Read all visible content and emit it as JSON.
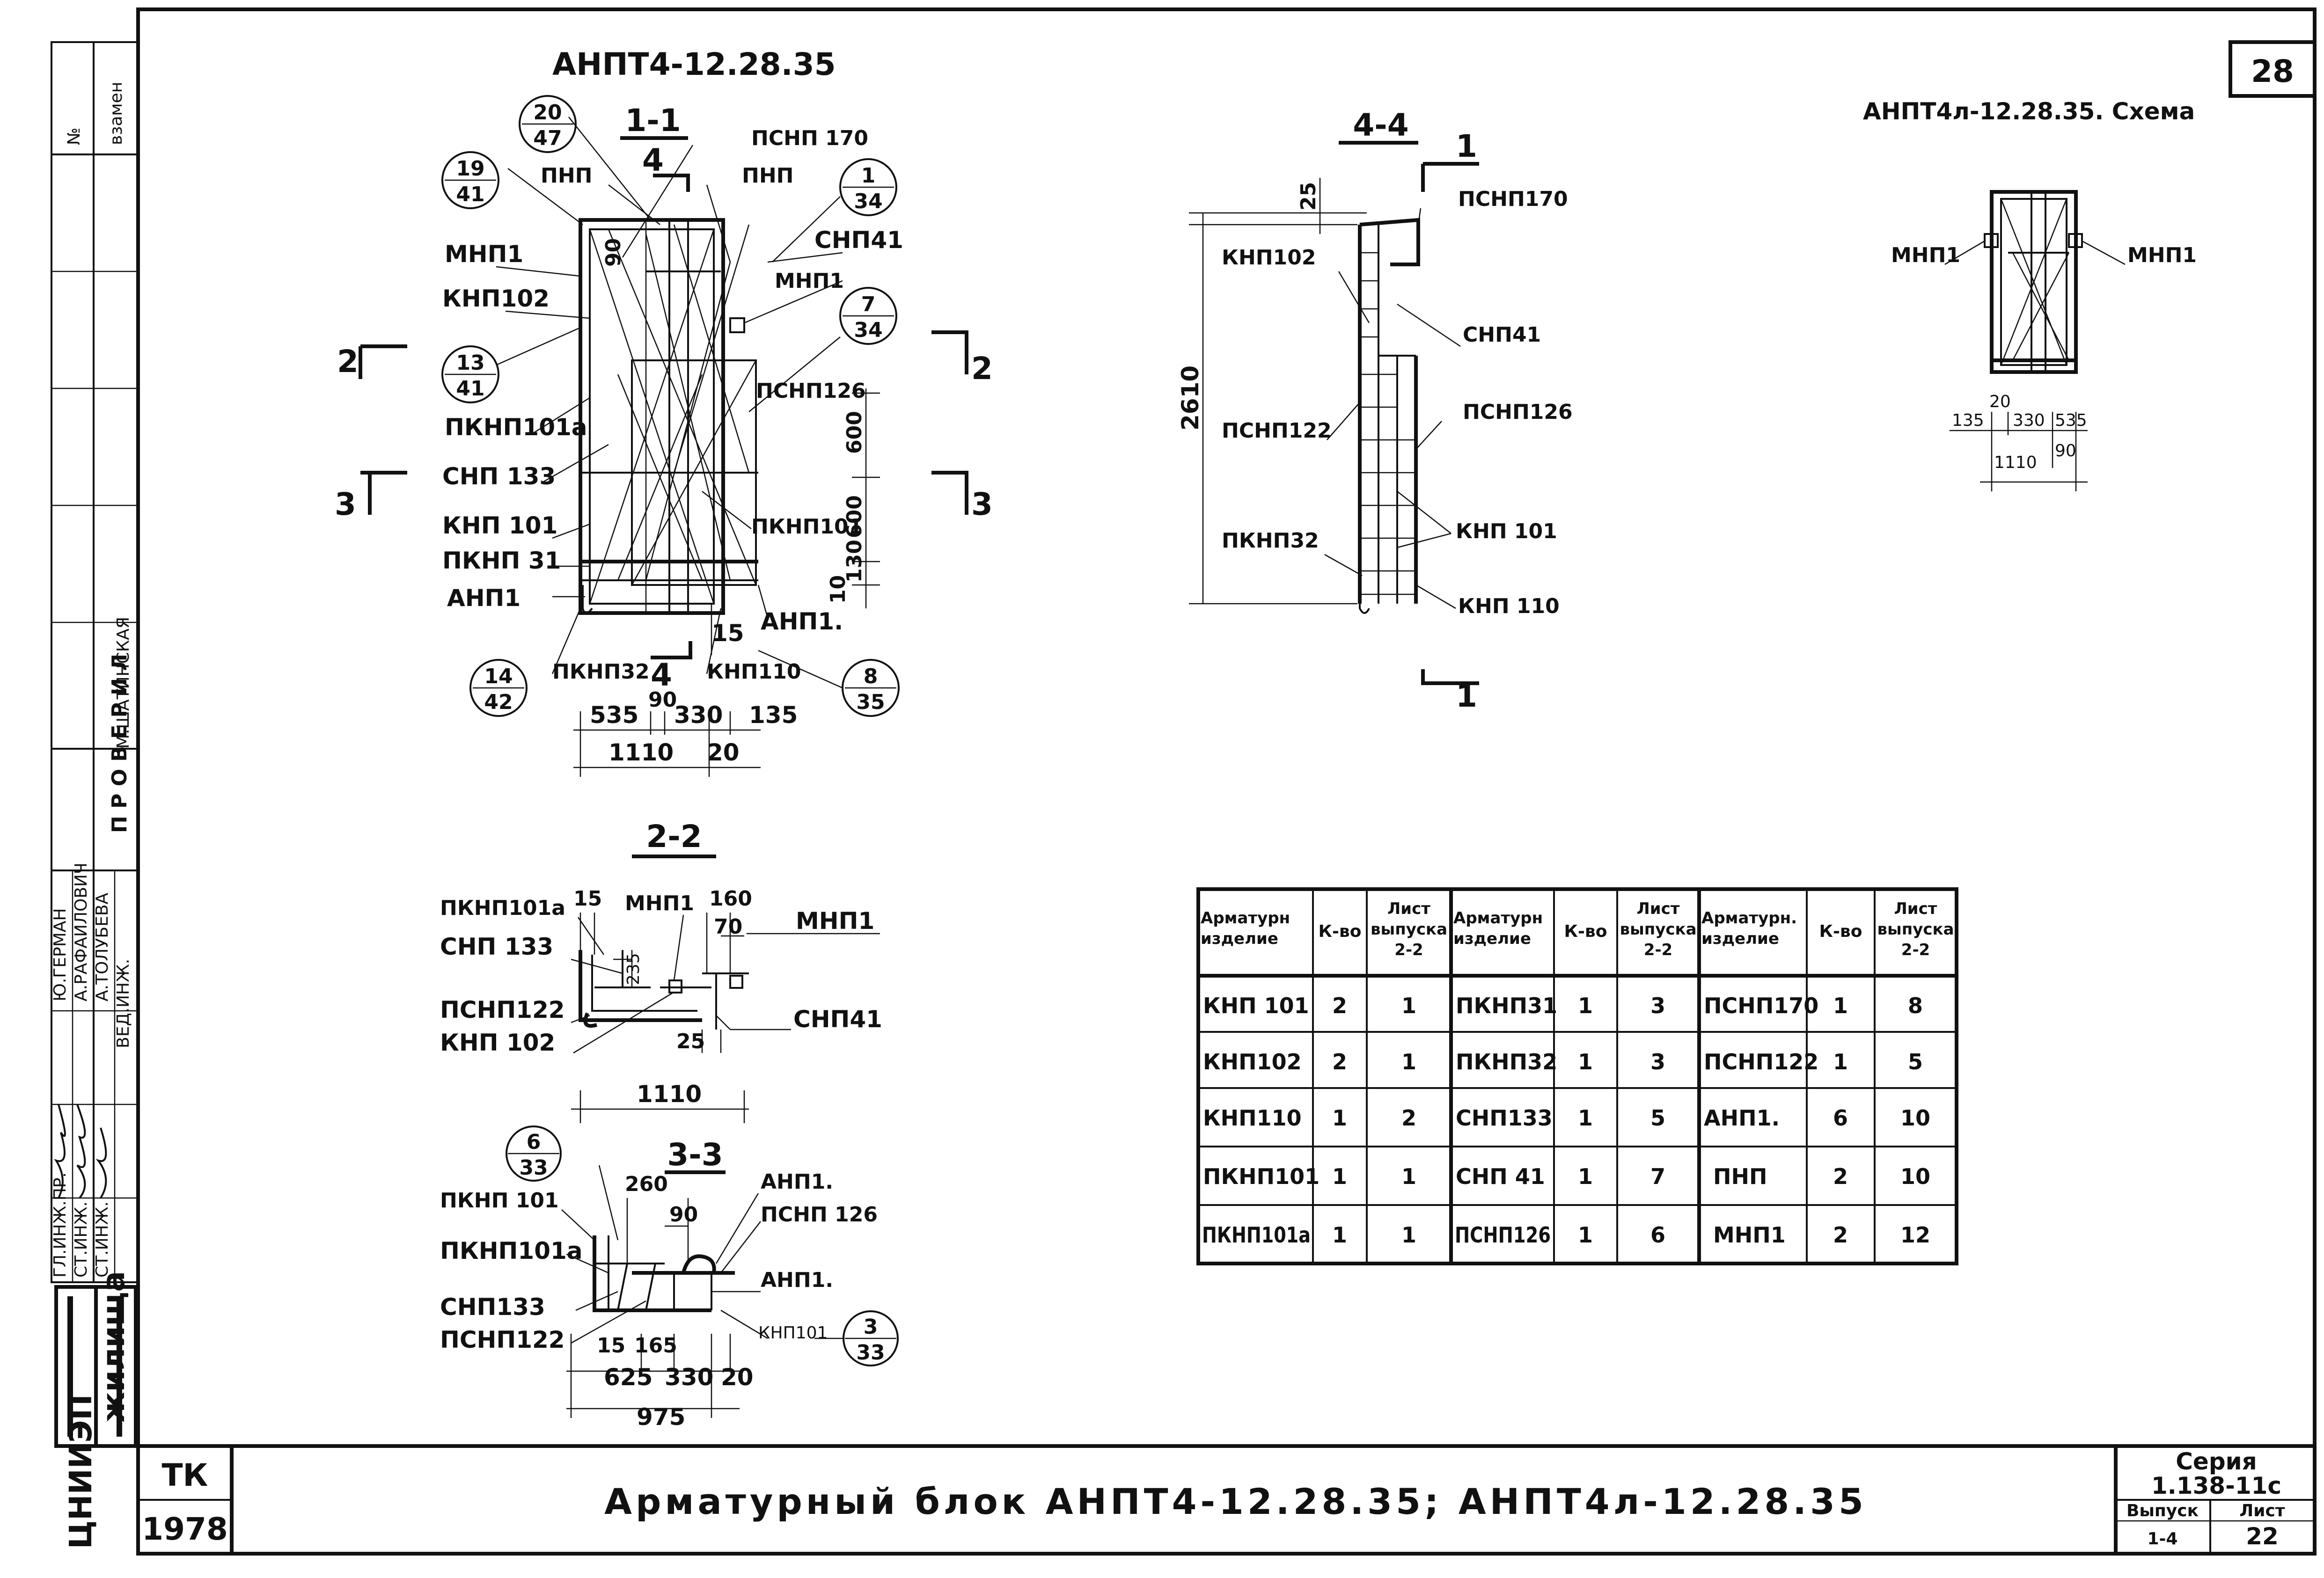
{
  "sheet": {
    "number": "28",
    "title": "Арматурный блок АНПТ4-12.28.35; АНПТ4л-12.28.35",
    "series_label": "Серия",
    "series_value": "1.138-11с",
    "issue_label": "Выпуск",
    "issue_value": "1-4",
    "list_label": "Лист",
    "list_value": "22",
    "org": "ТК",
    "year": "1978",
    "institute": "ЦНИИЭП",
    "department": "жилища"
  },
  "stamp": {
    "no_label": "№",
    "replace_label": "взамен",
    "checked_label": "П Р О В Е Р И Л",
    "roles": [
      "ГЛ.ИНЖ.ПР.",
      "СТ.ИНЖ.",
      "СТ.ИНЖ.",
      "ВЕД.ИНЖ."
    ],
    "names": [
      "Ю.ГЕРМАН",
      "А.РАФАИЛОВИЧ",
      "А.ТОЛУБЕВА",
      "М.ШАТИНСКАЯ"
    ]
  },
  "views": {
    "main": {
      "title": "АНПТ4-12.28.35",
      "section": "1-1",
      "cut_4": "4",
      "cut_2": "2",
      "cut_3": "3",
      "labels": {
        "psnp170": "ПСНП 170",
        "pnp_a": "ПНП",
        "pnp_b": "ПНП",
        "mnp1_a": "МНП1",
        "mnp1_b": "МНП1",
        "snp41": "СНП41",
        "knp102": "КНП102",
        "psnp126": "ПСНП126",
        "pknp101a": "ПКНП101а",
        "snp133": "СНП 133",
        "knp101": "КНП 101",
        "pknp101": "ПКНП101",
        "pknp31": "ПКНП 31",
        "anp1_a": "АНП1",
        "anp1_b": "АНП1.",
        "pknp32": "ПКНП32",
        "knp110": "КНП110"
      },
      "dims": {
        "d90": "90",
        "d600a": "600",
        "d600b": "600",
        "d130": "130",
        "d10": "10",
        "d15": "15",
        "d535": "535",
        "d90b": "90",
        "d330": "330",
        "d135": "135",
        "d1110": "1110",
        "d20": "20"
      },
      "refs": [
        {
          "top": "20",
          "bottom": "47"
        },
        {
          "top": "19",
          "bottom": "41"
        },
        {
          "top": "1",
          "bottom": "34"
        },
        {
          "top": "7",
          "bottom": "34"
        },
        {
          "top": "13",
          "bottom": "41"
        },
        {
          "top": "14",
          "bottom": "42"
        },
        {
          "top": "8",
          "bottom": "35"
        }
      ]
    },
    "section44": {
      "title": "4-4",
      "cut": "1",
      "labels": {
        "psnp170": "ПСНП170",
        "knp102": "КНП102",
        "snp41": "СНП41",
        "psnp122": "ПСНП122",
        "psnp126": "ПСНП126",
        "knp101": "КНП 101",
        "pknp32": "ПКНП32",
        "knp110": "КНП 110"
      },
      "dims": {
        "d25": "25",
        "d2610": "2610"
      }
    },
    "section22": {
      "title": "2-2",
      "labels": {
        "pknp101a": "ПКНП101а",
        "mnp1_a": "МНП1",
        "mnp1_b": "МНП1",
        "snp133": "СНП 133",
        "psnp122": "ПСНП122",
        "knp102": "КНП 102",
        "snp41": "СНП41"
      },
      "dims": {
        "d15": "15",
        "d235": "235",
        "d160": "160",
        "d70": "70",
        "d25": "25",
        "d1110": "1110"
      }
    },
    "section33": {
      "title": "3-3",
      "labels": {
        "pknp101": "ПКНП 101",
        "pknp101a": "ПКНП101а",
        "snp133": "СНП133",
        "psnp122": "ПСНП122",
        "anp1_a": "АНП1.",
        "psnp126": "ПСНП 126",
        "anp1_b": "АНП1.",
        "knp101": "КНП101"
      },
      "dims": {
        "d260": "260",
        "d90": "90",
        "d15": "15",
        "d165": "165",
        "d625": "625",
        "d330": "330",
        "d20": "20",
        "d975": "975"
      },
      "refs": [
        {
          "top": "6",
          "bottom": "33"
        },
        {
          "top": "3",
          "bottom": "33"
        }
      ]
    },
    "scheme": {
      "title": "АНПТ4л-12.28.35. Схема",
      "labels": {
        "mnp1_a": "МНП1",
        "mnp1_b": "МНП1"
      },
      "dims": {
        "d20": "20",
        "d135": "135",
        "d330": "330",
        "d535": "535",
        "d1110": "1110",
        "d90": "90"
      }
    }
  },
  "table": {
    "headers": [
      {
        "item": "Арматурн изделие",
        "qty": "К-во",
        "sheet": "Лист выпуска 2-2"
      },
      {
        "item": "Арматурн изделие",
        "qty": "К-во",
        "sheet": "Лист выпуска 2-2"
      },
      {
        "item": "Арматурн. изделие",
        "qty": "К-во",
        "sheet": "Лист выпуска 2-2"
      }
    ],
    "rows": [
      [
        [
          "КНП 101",
          "2",
          "1"
        ],
        [
          "ПКНП31",
          "1",
          "3"
        ],
        [
          "ПСНП170",
          "1",
          "8"
        ]
      ],
      [
        [
          "КНП102",
          "2",
          "1"
        ],
        [
          "ПКНП32",
          "1",
          "3"
        ],
        [
          "ПСНП122",
          "1",
          "5"
        ]
      ],
      [
        [
          "КНП110",
          "1",
          "2"
        ],
        [
          "СНП133",
          "1",
          "5"
        ],
        [
          "АНП1.",
          "6",
          "10"
        ]
      ],
      [
        [
          "ПКНП101",
          "1",
          "1"
        ],
        [
          "СНП 41",
          "1",
          "7"
        ],
        [
          "ПНП",
          "2",
          "10"
        ]
      ],
      [
        [
          "ПКНП101а",
          "1",
          "1"
        ],
        [
          "ПСНП126",
          "1",
          "6"
        ],
        [
          "МНП1",
          "2",
          "12"
        ]
      ]
    ]
  }
}
